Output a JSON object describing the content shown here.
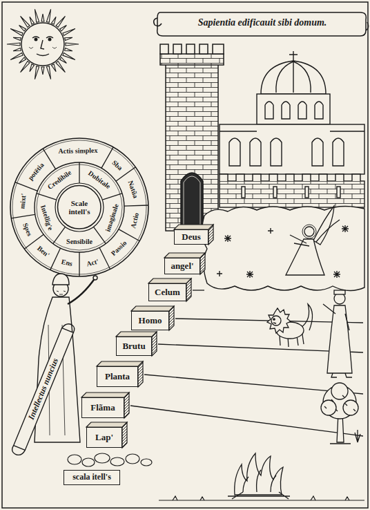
{
  "diagram": {
    "title": "Sapientia edificauit sibi domum.",
    "nodes": [
      {
        "text": [
          "Scale intell's"
        ]
      },
      {
        "text": [
          "Deus"
        ]
      },
      {
        "text": [
          "angel'"
        ]
      },
      {
        "text": [
          "Celum"
        ]
      },
      {
        "text": [
          "Homo"
        ]
      },
      {
        "text": [
          "Brutu"
        ]
      },
      {
        "text": [
          "Planta"
        ]
      },
      {
        "text": [
          "Flãma"
        ]
      },
      {
        "text": [
          "Lap'"
        ]
      },
      {
        "text": [
          "scala itell's"
        ]
      }
    ],
    "labels": [
      "Ens",
      "Act'",
      "Passio",
      "Actio",
      "Natũa",
      "Sba",
      "Actis simplex",
      "potētia",
      "mixt'",
      "Spes",
      "Ben'",
      "Sensibile",
      "imaginale",
      "Dubitale",
      "Credibile",
      "Intellig'e",
      "Intellectus nuncius"
    ]
  }
}
